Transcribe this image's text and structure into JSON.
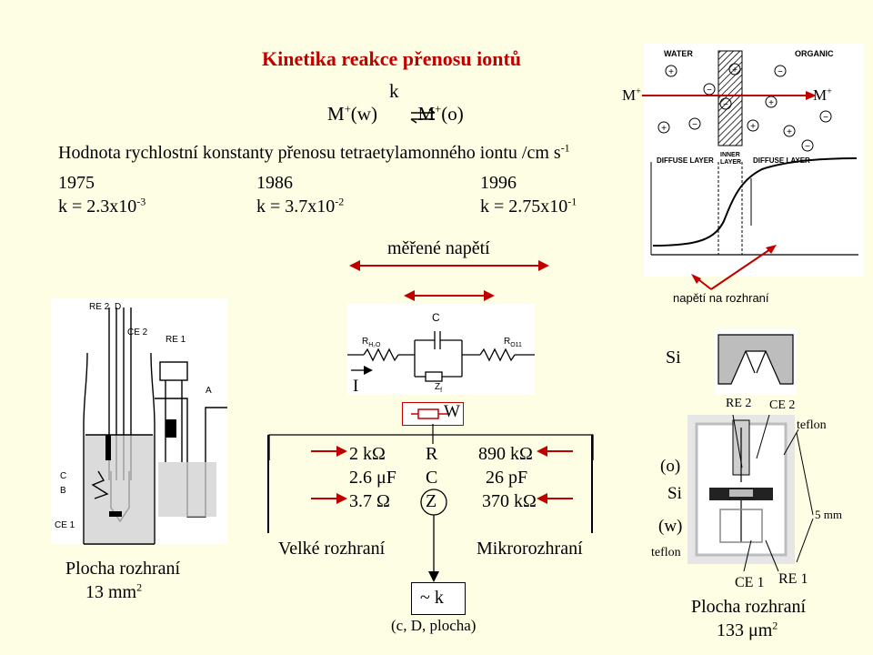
{
  "title": "Kinetika reakce přenosu iontů",
  "reaction": {
    "k": "k",
    "left": "M",
    "left_sup": "+",
    "left_phase": "(w)",
    "right": "M",
    "right_sup": "+",
    "right_phase": "(o)"
  },
  "rate_heading": {
    "text": "Hodnota rychlostní konstanty přenosu tetraetylamonného iontu /cm s",
    "sup": "-1"
  },
  "years": [
    {
      "year": "1975",
      "k_label": "k = 2.3x10",
      "k_exp": "-3"
    },
    {
      "year": "1986",
      "k_label": "k = 3.7x10",
      "k_exp": "-2"
    },
    {
      "year": "1996",
      "k_label": "k = 2.75x10",
      "k_exp": "-1"
    }
  ],
  "measured_voltage": "měřené napětí",
  "interface_voltage": "napětí na rozhraní",
  "interface_diagram": {
    "water": "WATER",
    "organic": "ORGANIC",
    "m_left": "M",
    "m_right": "M",
    "m_sup": "+",
    "diffuse_left": "DIFFUSE LAYER",
    "inner_layer": "INNER LAYER",
    "diffuse_right": "DIFFUSE LAYER"
  },
  "cell_labels": {
    "re2": "RE 2",
    "d": "D",
    "ce2": "CE 2",
    "re1": "RE 1",
    "a": "A",
    "c": "C",
    "b": "B",
    "ce1": "CE 1"
  },
  "left_caption": {
    "line1": "Plocha rozhraní",
    "line2": "13 mm",
    "line2_sup": "2"
  },
  "circuit": {
    "c": "C",
    "r_h2o": "R",
    "r_h2o_sub": "H₂O",
    "r_o": "R",
    "r_o_sub": "O11",
    "zf": "Z",
    "zf_sub": "f",
    "i": "I",
    "w": "W"
  },
  "table": {
    "left": [
      "2 kΩ",
      "2.6 μF",
      "3.7 Ω"
    ],
    "mid": [
      "R",
      "C",
      "Z"
    ],
    "right": [
      "890 kΩ",
      "26 pF",
      "370 kΩ"
    ]
  },
  "large_interface": "Velké rozhraní",
  "micro_interface": "Mikrorozhraní",
  "k_result": "~ k",
  "k_depends": "(c, D, plocha)",
  "right_labels": {
    "si_top": "Si",
    "re2": "RE 2",
    "ce2": "CE 2",
    "teflon_top": "teflon",
    "o": "(o)",
    "si": "Si",
    "w": "(w)",
    "teflon_bottom": "teflon",
    "five_mm": "5 mm",
    "ce1": "CE 1",
    "re1": "RE 1",
    "caption1": "Plocha rozhraní",
    "caption2": "133 μm",
    "caption2_sup": "2"
  }
}
